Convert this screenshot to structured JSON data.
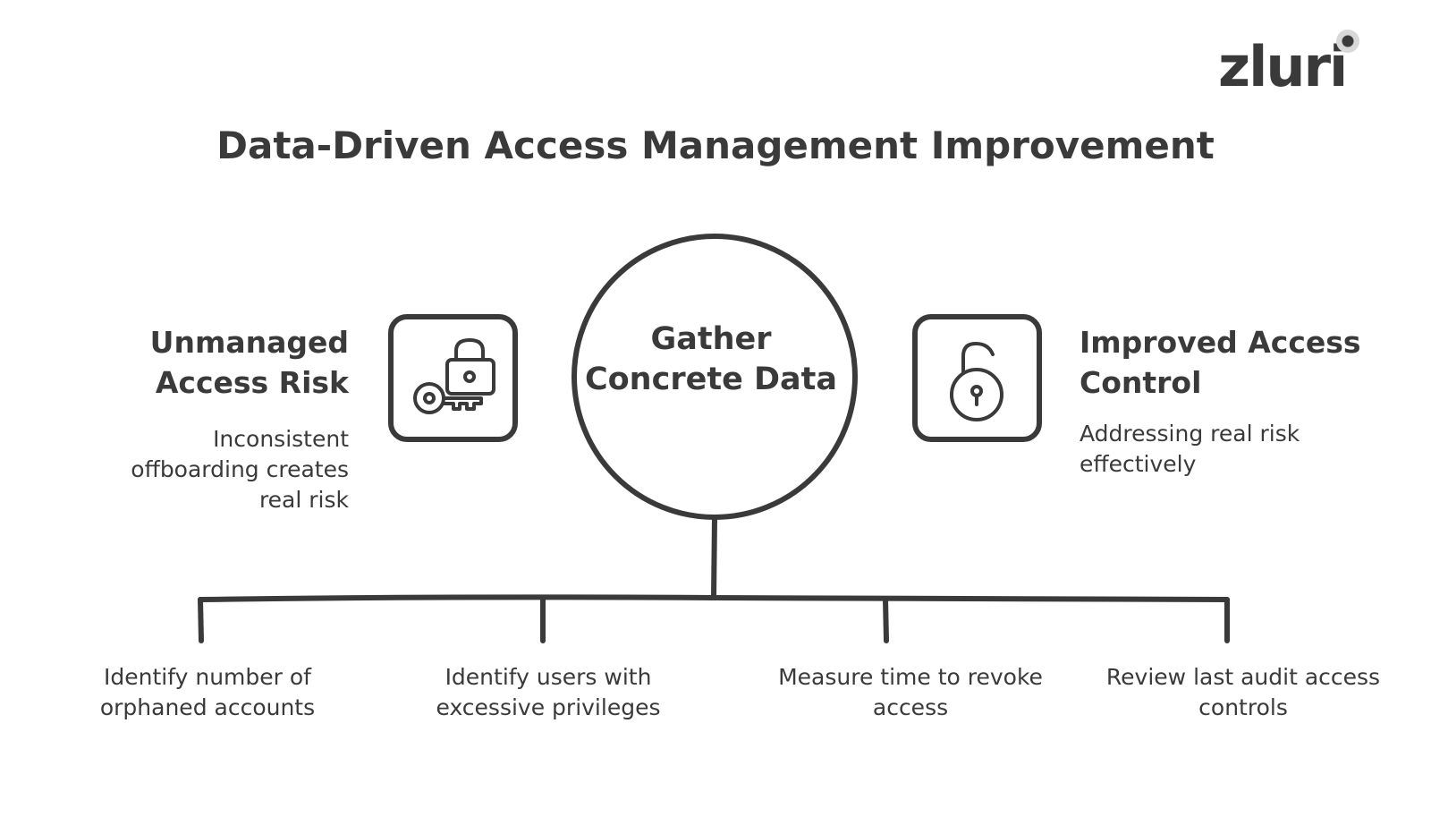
{
  "brand": {
    "logo_text": "zluri"
  },
  "title": "Data-Driven Access Management Improvement",
  "center": {
    "label": "Gather Concrete Data"
  },
  "left": {
    "heading": "Unmanaged Access Risk",
    "description": "Inconsistent offboarding creates real risk",
    "icon": "key-and-lock-icon"
  },
  "right": {
    "heading": "Improved Access Control",
    "description": "Addressing real risk effectively",
    "icon": "unlocked-padlock-icon"
  },
  "steps": [
    {
      "label": "Identify number of orphaned accounts"
    },
    {
      "label": "Identify users with excessive privileges"
    },
    {
      "label": "Measure time to revoke access"
    },
    {
      "label": "Review last audit access controls"
    }
  ],
  "colors": {
    "ink": "#3a3a3a",
    "background": "#ffffff"
  }
}
